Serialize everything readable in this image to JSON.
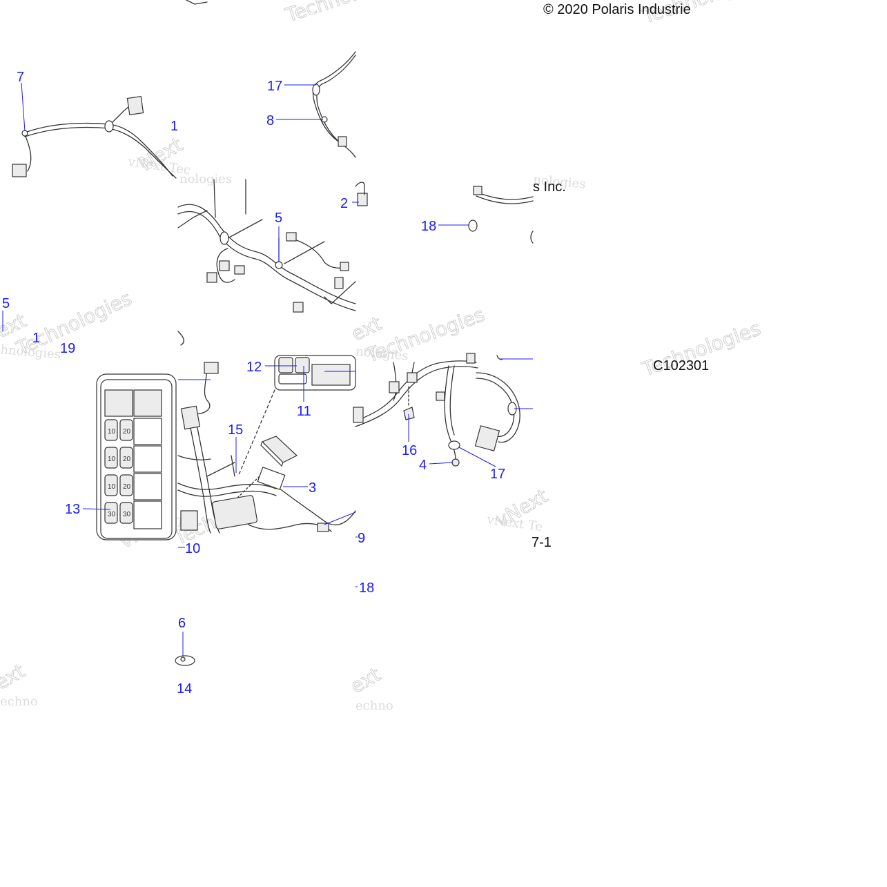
{
  "header": {
    "copyright": "© 2020 Polaris Industrie",
    "company_fragment": "s Inc."
  },
  "figure_code": "C102301",
  "page_number": "7-1",
  "watermarks": {
    "vnext_tech": "vNext Tec",
    "technologies": "Technologies",
    "next": "Next",
    "ext": "ext",
    "vnext": "vNext",
    "techno": "Techno",
    "hnologies": "hnologies",
    "vnext_te": "vNext Te",
    "echno": "echno",
    "nologies": "nologies"
  },
  "callouts": [
    {
      "id": "c7",
      "label": "7"
    },
    {
      "id": "c17a",
      "label": "17"
    },
    {
      "id": "c8",
      "label": "8"
    },
    {
      "id": "c1a",
      "label": "1"
    },
    {
      "id": "c2",
      "label": "2"
    },
    {
      "id": "c5",
      "label": "5"
    },
    {
      "id": "c18a",
      "label": "18"
    },
    {
      "id": "c15a",
      "label": "5"
    },
    {
      "id": "c1b",
      "label": "1"
    },
    {
      "id": "c19",
      "label": "19"
    },
    {
      "id": "c12",
      "label": "12"
    },
    {
      "id": "c11",
      "label": "11"
    },
    {
      "id": "c15b",
      "label": "15"
    },
    {
      "id": "c16",
      "label": "16"
    },
    {
      "id": "c4",
      "label": "4"
    },
    {
      "id": "c17b",
      "label": "17"
    },
    {
      "id": "c3",
      "label": "3"
    },
    {
      "id": "c13",
      "label": "13"
    },
    {
      "id": "c10",
      "label": "10"
    },
    {
      "id": "c9",
      "label": "9"
    },
    {
      "id": "c18b",
      "label": "18"
    },
    {
      "id": "c6",
      "label": "6"
    },
    {
      "id": "c14",
      "label": "14"
    }
  ],
  "fuse_ratings": [
    "10",
    "20",
    "10",
    "20",
    "10",
    "20",
    "30",
    "30"
  ],
  "colors": {
    "callout": "#1a1aff",
    "line_art": "#333333",
    "watermark": "#dcdcdc",
    "background": "#ffffff"
  }
}
